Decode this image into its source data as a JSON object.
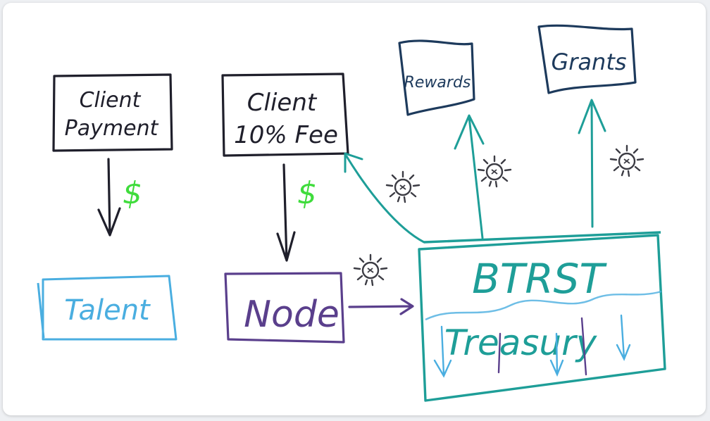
{
  "nodes": {
    "client_payment": {
      "line1": "Client",
      "line2": "Payment"
    },
    "client_fee": {
      "line1": "Client",
      "line2": "10% Fee"
    },
    "talent": {
      "label": "Talent"
    },
    "node": {
      "label": "Node"
    },
    "rewards": {
      "label": "Rewards"
    },
    "grants": {
      "label": "Grants"
    },
    "treasury": {
      "line1": "BTRST",
      "line2": "Treasury"
    }
  },
  "flows": {
    "payment_symbol": "$",
    "fee_symbol": "$"
  },
  "colors": {
    "ink_black": "#1f1f2b",
    "ink_blue": "#4aaee0",
    "ink_purple": "#5a3f8c",
    "ink_teal": "#1e9e98",
    "ink_navy": "#1d3a5c",
    "ink_green": "#3fdc3c",
    "ink_gray": "#3c3c44"
  },
  "icons": {
    "sun": "sun-icon"
  }
}
